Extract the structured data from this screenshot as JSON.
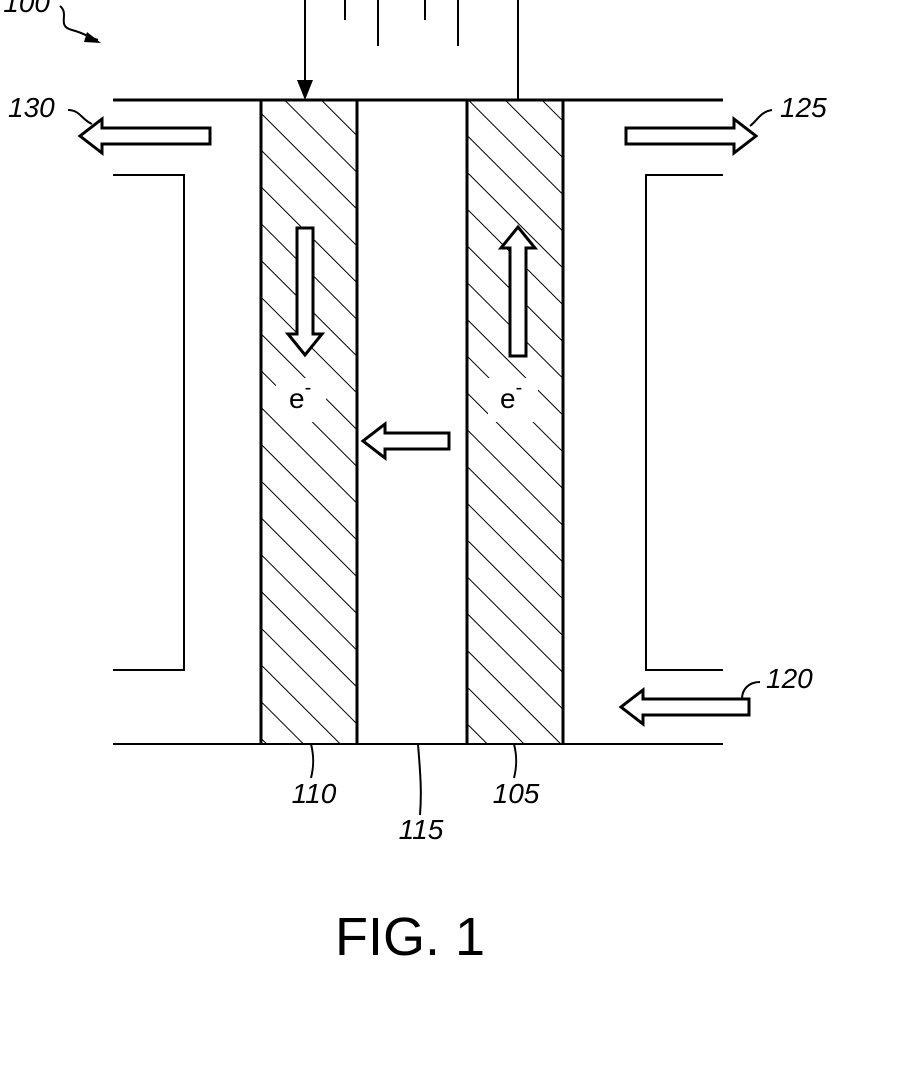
{
  "figure": {
    "caption": "FIG. 1",
    "electron_symbol": "e",
    "electron_superscript": "-",
    "references": {
      "assembly": "100",
      "anode_layer": "105",
      "cathode_layer": "110",
      "membrane": "115",
      "inlet": "120",
      "outlet_right": "125",
      "outlet_left": "130"
    }
  },
  "colors": {
    "line": "#000000",
    "background": "#ffffff"
  }
}
